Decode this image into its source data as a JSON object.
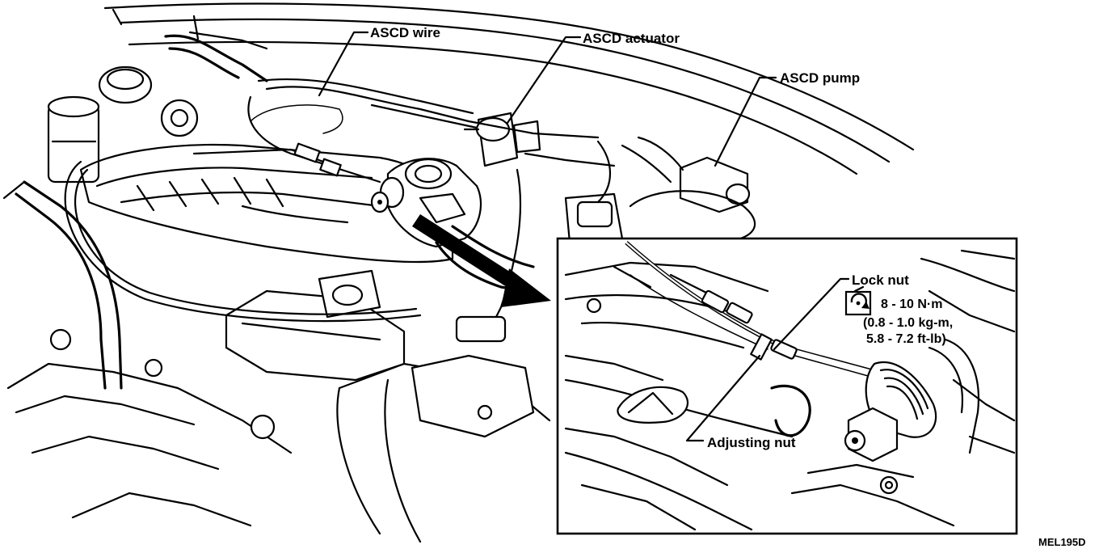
{
  "labels": {
    "ascd_wire": "ASCD wire",
    "ascd_actuator": "ASCD actuator",
    "ascd_pump": "ASCD pump",
    "lock_nut": "Lock nut",
    "torque_nm": "8 - 10 N·m",
    "torque_kgm": "(0.8 - 1.0 kg-m,",
    "torque_ftlb": "5.8 - 7.2 ft-lb)",
    "adjusting_nut": "Adjusting nut",
    "figure_code": "MEL195D"
  },
  "icons": {
    "torque": "torque-wrench-icon"
  },
  "colors": {
    "ink": "#000000",
    "paper": "#ffffff"
  }
}
